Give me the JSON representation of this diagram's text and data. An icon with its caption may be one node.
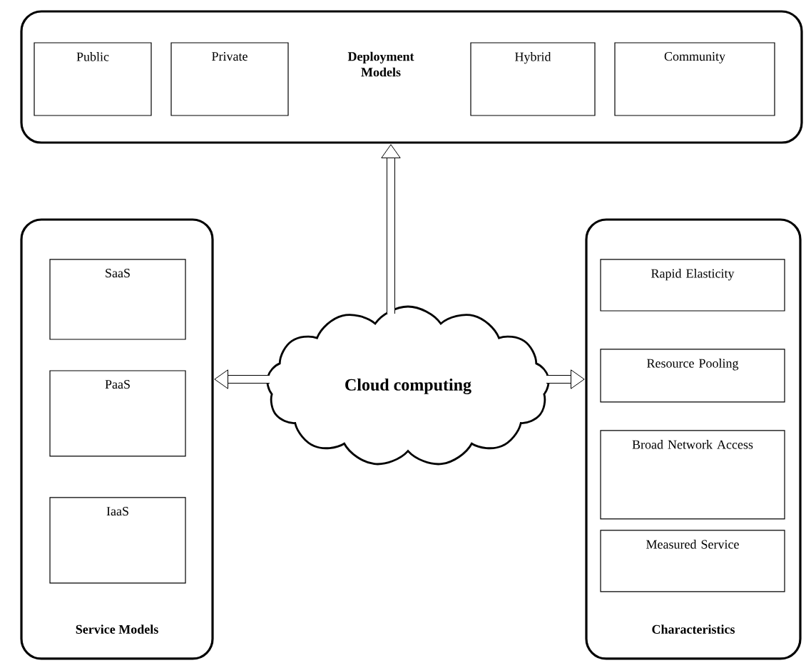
{
  "diagram": {
    "nodes": [
      {
        "text": [
          "Deployment Models"
        ]
      },
      {
        "text": [
          "Public"
        ],
        "in": 0
      },
      {
        "text": [
          "Private"
        ],
        "in": 0
      },
      {
        "text": [
          "Hybrid"
        ],
        "in": 0
      },
      {
        "text": [
          "Community"
        ],
        "in": 0
      },
      {
        "text": [
          "Service Models"
        ]
      },
      {
        "text": [
          "SaaS"
        ],
        "in": 5
      },
      {
        "text": [
          "PaaS"
        ],
        "in": 5
      },
      {
        "text": [
          "IaaS"
        ],
        "in": 5
      },
      {
        "text": [
          "Cloud computing"
        ]
      },
      {
        "text": [
          "Characteristics"
        ]
      },
      {
        "text": [
          "Rapid Elasticity"
        ],
        "in": 10
      },
      {
        "text": [
          "Resource Pooling"
        ],
        "in": 10
      },
      {
        "text": [
          "Broad Network Access"
        ],
        "in": 10
      },
      {
        "text": [
          "Measured Service"
        ],
        "in": 10
      }
    ],
    "edges": [
      {
        "from": 9,
        "to": 0,
        "arrow": "to"
      },
      {
        "from": 9,
        "to": 5,
        "arrow": "to"
      },
      {
        "from": 9,
        "to": 10,
        "arrow": "to"
      }
    ]
  }
}
